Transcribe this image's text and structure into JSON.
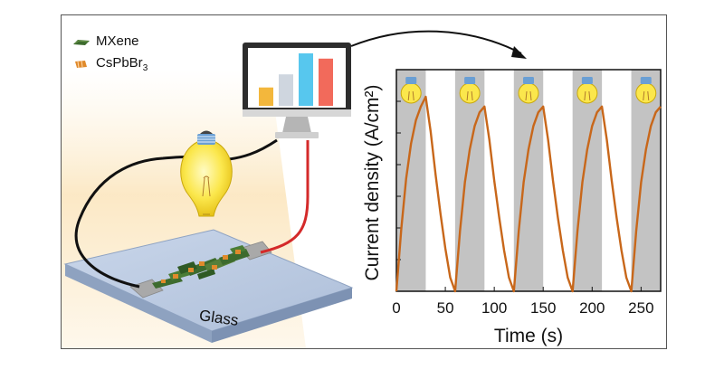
{
  "legend": [
    {
      "label": "MXene",
      "formula_main": "MXene",
      "formula_sub": "",
      "color": "#3d6b2e"
    },
    {
      "label": "CsPbBr3",
      "formula_main": "CsPbBr",
      "formula_sub": "3",
      "color": "#e08a2c"
    }
  ],
  "device": {
    "substrate_label": "Glass",
    "electrode_color": "#a9a9a9",
    "wire_colors": {
      "left": "#111111",
      "right": "#d42a2a"
    }
  },
  "monitor": {
    "bar_colors": [
      "#f3b73c",
      "#cfd6df",
      "#57c7ee",
      "#f26a5b"
    ],
    "bar_levels": [
      0.35,
      0.6,
      1.0,
      0.9
    ]
  },
  "chart_data": {
    "type": "line",
    "xlabel": "Time (s)",
    "ylabel": "Current density (A/cm²)",
    "xlim": [
      0,
      270
    ],
    "xticks": [
      0,
      50,
      100,
      150,
      200,
      250
    ],
    "x_ticklabels": [
      "0",
      "50",
      "100",
      "150",
      "200",
      "250"
    ],
    "y_ticklabels_shown": false,
    "light_on_intervals": [
      [
        0,
        30
      ],
      [
        60,
        90
      ],
      [
        120,
        150
      ],
      [
        180,
        210
      ],
      [
        240,
        270
      ]
    ],
    "series": [
      {
        "color": "#c8671a",
        "x": [
          0,
          5,
          10,
          15,
          20,
          25,
          30,
          35,
          40,
          45,
          50,
          55,
          60,
          65,
          70,
          75,
          80,
          85,
          90,
          95,
          100,
          105,
          110,
          115,
          120,
          125,
          130,
          135,
          140,
          145,
          150,
          155,
          160,
          165,
          170,
          175,
          180,
          185,
          190,
          195,
          200,
          205,
          210,
          215,
          220,
          225,
          230,
          235,
          240,
          245,
          250,
          255,
          260,
          265,
          270
        ],
        "values": [
          0.0,
          0.32,
          0.58,
          0.76,
          0.88,
          0.95,
          1.0,
          0.82,
          0.6,
          0.4,
          0.22,
          0.07,
          0.0,
          0.31,
          0.56,
          0.73,
          0.85,
          0.92,
          0.95,
          0.78,
          0.57,
          0.38,
          0.21,
          0.07,
          0.0,
          0.31,
          0.56,
          0.73,
          0.85,
          0.92,
          0.95,
          0.78,
          0.57,
          0.38,
          0.21,
          0.07,
          0.0,
          0.31,
          0.56,
          0.73,
          0.85,
          0.92,
          0.95,
          0.78,
          0.57,
          0.38,
          0.21,
          0.07,
          0.0,
          0.31,
          0.56,
          0.73,
          0.85,
          0.92,
          0.95
        ]
      }
    ],
    "grid": false
  }
}
